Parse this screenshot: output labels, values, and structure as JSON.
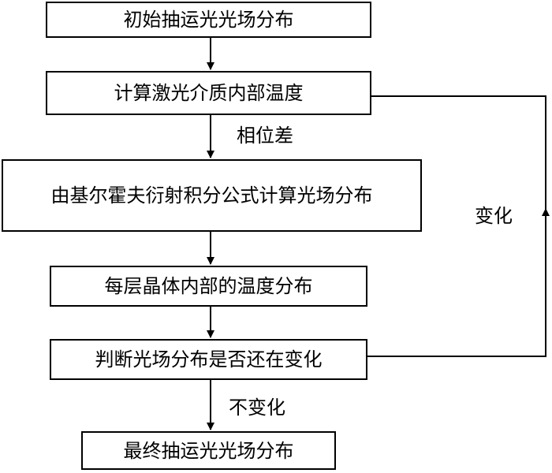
{
  "diagram": {
    "type": "flowchart",
    "nodes": [
      {
        "id": "n1",
        "label": "初始抽运光光场分布"
      },
      {
        "id": "n2",
        "label": "计算激光介质内部温度"
      },
      {
        "id": "n3",
        "label": "由基尔霍夫衍射积分公式计算光场分布"
      },
      {
        "id": "n4",
        "label": "每层晶体内部的温度分布"
      },
      {
        "id": "n5",
        "label": "判断光场分布是否还在变化"
      },
      {
        "id": "n6",
        "label": "最终抽运光光场分布"
      }
    ],
    "edges": [
      {
        "from": "n1",
        "to": "n2",
        "label": ""
      },
      {
        "from": "n2",
        "to": "n3",
        "label": "相位差"
      },
      {
        "from": "n3",
        "to": "n4",
        "label": ""
      },
      {
        "from": "n4",
        "to": "n5",
        "label": ""
      },
      {
        "from": "n5",
        "to": "n6",
        "label": "不变化"
      },
      {
        "from": "n5",
        "to": "n2",
        "label": "变化"
      }
    ]
  }
}
